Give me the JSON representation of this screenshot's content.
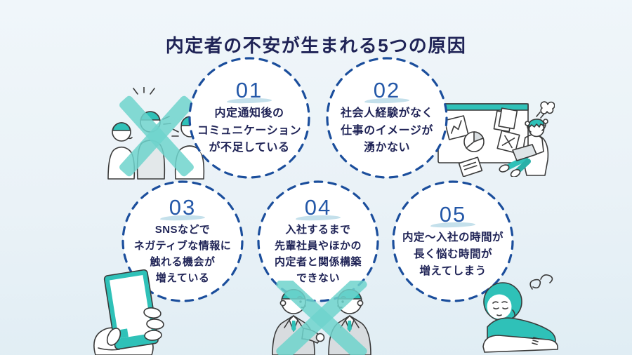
{
  "title": "内定者の不安が生まれる5つの原因",
  "causes": [
    {
      "number": "01",
      "lines": [
        "内定通知後の",
        "コミュニケーション",
        "が不足している"
      ]
    },
    {
      "number": "02",
      "lines": [
        "社会人経験がなく",
        "仕事のイメージが",
        "湧かない"
      ]
    },
    {
      "number": "03",
      "lines": [
        "SNSなどで",
        "ネガティブな情報に",
        "触れる機会が",
        "増えている"
      ]
    },
    {
      "number": "04",
      "lines": [
        "入社するまで",
        "先輩社員やほかの",
        "内定者と関係構築",
        "できない"
      ]
    },
    {
      "number": "05",
      "lines": [
        "内定〜入社の時間が",
        "長く悩む時間が",
        "増えてしまう"
      ]
    }
  ],
  "illustrations": [
    {
      "name": "people-talking-crossed-illustration",
      "description": "three people chatting, crossed out with teal X"
    },
    {
      "name": "stressed-worker-illustration",
      "description": "person at laptop overwhelmed by board of charts and papers"
    },
    {
      "name": "hand-holding-phone-illustration",
      "description": "hand holding teal smartphone"
    },
    {
      "name": "businessmen-crossed-illustration",
      "description": "two businessmen meeting, crossed out with teal X"
    },
    {
      "name": "worried-person-illustration",
      "description": "person slumped with arms crossed, sighing"
    }
  ],
  "colors": {
    "background_top": "#f0f6fa",
    "background_bottom": "#e0edf4",
    "title_text": "#1f2356",
    "body_text": "#1f2356",
    "number_text": "#2458a8",
    "number_underline": "#94c6db",
    "circle_border": "#1b4e9c",
    "circle_fill": "#ffffff",
    "accent_teal": "#2fc1b8",
    "cross_teal": "#6fd3cc",
    "suit_gray": "#d8dcdf",
    "line_outline": "#3a3a3a"
  }
}
